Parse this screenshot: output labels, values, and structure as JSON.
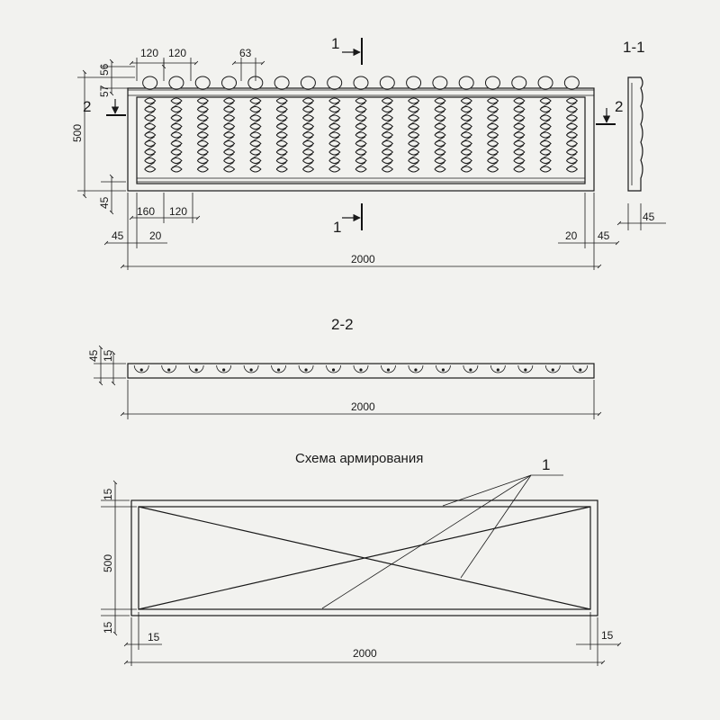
{
  "labels": {
    "section_1_1": "1-1",
    "section_2_2": "2-2",
    "cut_1": "1",
    "cut_2": "2",
    "reinforcement_title": "Схема армирования",
    "callout": "1"
  },
  "dims": {
    "top_120a": "120",
    "top_120b": "120",
    "top_63": "63",
    "left_56": "56",
    "left_57": "57",
    "left_500": "500",
    "left_45": "45",
    "bot_160": "160",
    "bot_120": "120",
    "bot_45l": "45",
    "bot_20l": "20",
    "bot_20r": "20",
    "bot_45r": "45",
    "total_2000": "2000",
    "side_45": "45",
    "s22_45": "45",
    "s22_15": "15",
    "s22_2000": "2000",
    "r_15top": "15",
    "r_500": "500",
    "r_15bot": "15",
    "r_15left": "15",
    "r_15right": "15",
    "r_2000": "2000"
  },
  "balusters": {
    "count": 17
  }
}
